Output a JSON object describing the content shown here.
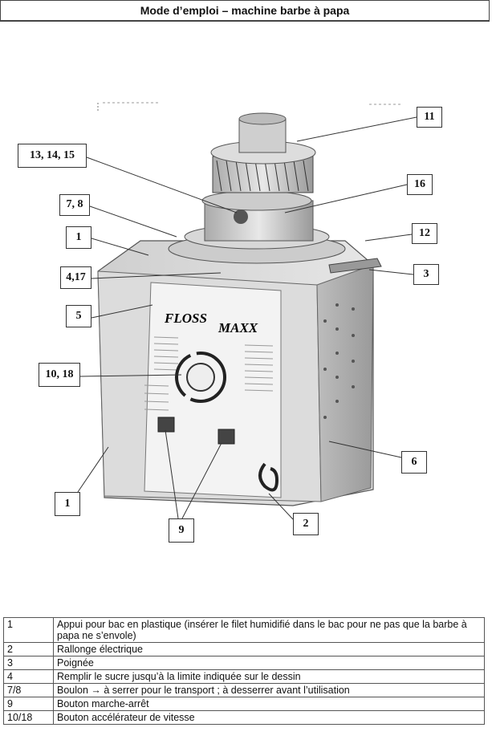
{
  "header": {
    "title": "Mode d’emploi – machine barbe à papa"
  },
  "machine": {
    "brand_left": "FLOSS",
    "brand_right": "MAXX"
  },
  "callouts": [
    {
      "id": "c11",
      "label": "11"
    },
    {
      "id": "c131415",
      "label": "13, 14, 15"
    },
    {
      "id": "c16",
      "label": "16"
    },
    {
      "id": "c78",
      "label": "7, 8"
    },
    {
      "id": "c12",
      "label": "12"
    },
    {
      "id": "c1a",
      "label": "1"
    },
    {
      "id": "c3",
      "label": "3"
    },
    {
      "id": "c417",
      "label": "4,17"
    },
    {
      "id": "c5",
      "label": "5"
    },
    {
      "id": "c1018",
      "label": "10, 18"
    },
    {
      "id": "c6",
      "label": "6"
    },
    {
      "id": "c1b",
      "label": "1"
    },
    {
      "id": "c2",
      "label": "2"
    },
    {
      "id": "c9",
      "label": "9"
    }
  ],
  "legend": [
    {
      "num": "1",
      "text": "Appui pour bac en plastique (insérer le filet humidifié dans le bac pour ne pas que la barbe à papa ne s’envole)"
    },
    {
      "num": "2",
      "text": "Rallonge électrique"
    },
    {
      "num": "3",
      "text": "Poignée"
    },
    {
      "num": "4",
      "text": "Remplir le sucre jusqu’à la limite indiquée sur le dessin"
    },
    {
      "num": "7/8",
      "text": "Boulon → à serrer pour le transport ; à desserrer avant l’utilisation"
    },
    {
      "num": "9",
      "text": "Bouton marche-arrêt"
    },
    {
      "num": "10/18",
      "text": "Bouton accélérateur de vitesse"
    }
  ]
}
